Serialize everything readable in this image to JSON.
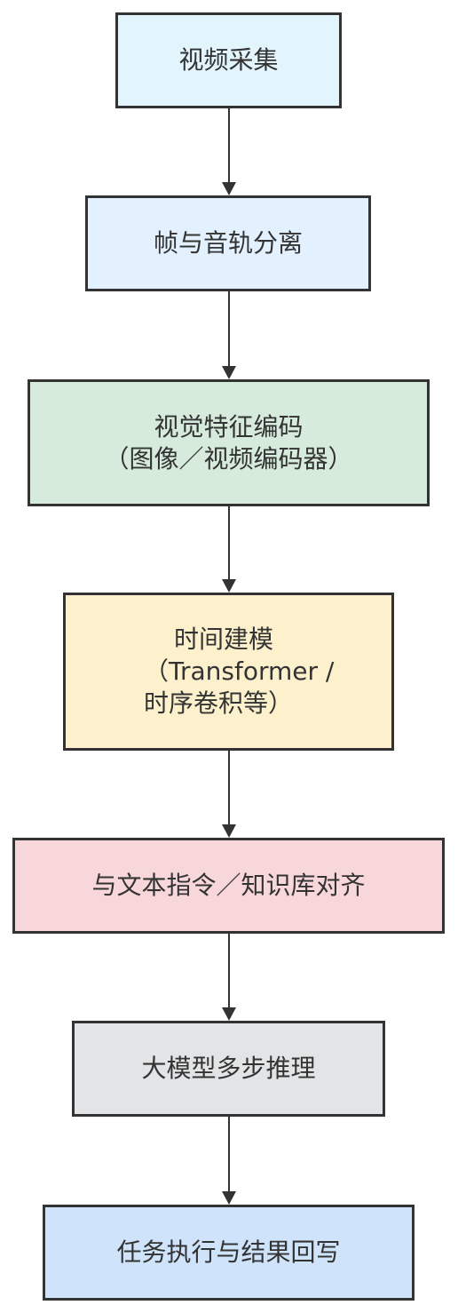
{
  "nodes": [
    {
      "id": "n1",
      "lines": [
        "视频采集"
      ],
      "color": "#e2f4fc"
    },
    {
      "id": "n2",
      "lines": [
        "帧与音轨分离"
      ],
      "color": "#e3f0fd"
    },
    {
      "id": "n3",
      "lines": [
        "视觉特征编码",
        "（图像／视频编码器）"
      ],
      "color": "#d6ebdb"
    },
    {
      "id": "n4",
      "lines": [
        "时间建模",
        "（Transformer /",
        "时序卷积等）"
      ],
      "color": "#fdf1cd"
    },
    {
      "id": "n5",
      "lines": [
        "与文本指令／知识库对齐"
      ],
      "color": "#f8d7db"
    },
    {
      "id": "n6",
      "lines": [
        "大模型多步推理"
      ],
      "color": "#e3e4e6"
    },
    {
      "id": "n7",
      "lines": [
        "任务执行与结果回写"
      ],
      "color": "#cfe3fa"
    }
  ],
  "edges": [
    {
      "from": "n1",
      "to": "n2"
    },
    {
      "from": "n2",
      "to": "n3"
    },
    {
      "from": "n3",
      "to": "n4"
    },
    {
      "from": "n4",
      "to": "n5"
    },
    {
      "from": "n5",
      "to": "n6"
    },
    {
      "from": "n6",
      "to": "n7"
    }
  ],
  "colors": {
    "border": "#333333",
    "edge": "#333333",
    "text": "#333333"
  }
}
